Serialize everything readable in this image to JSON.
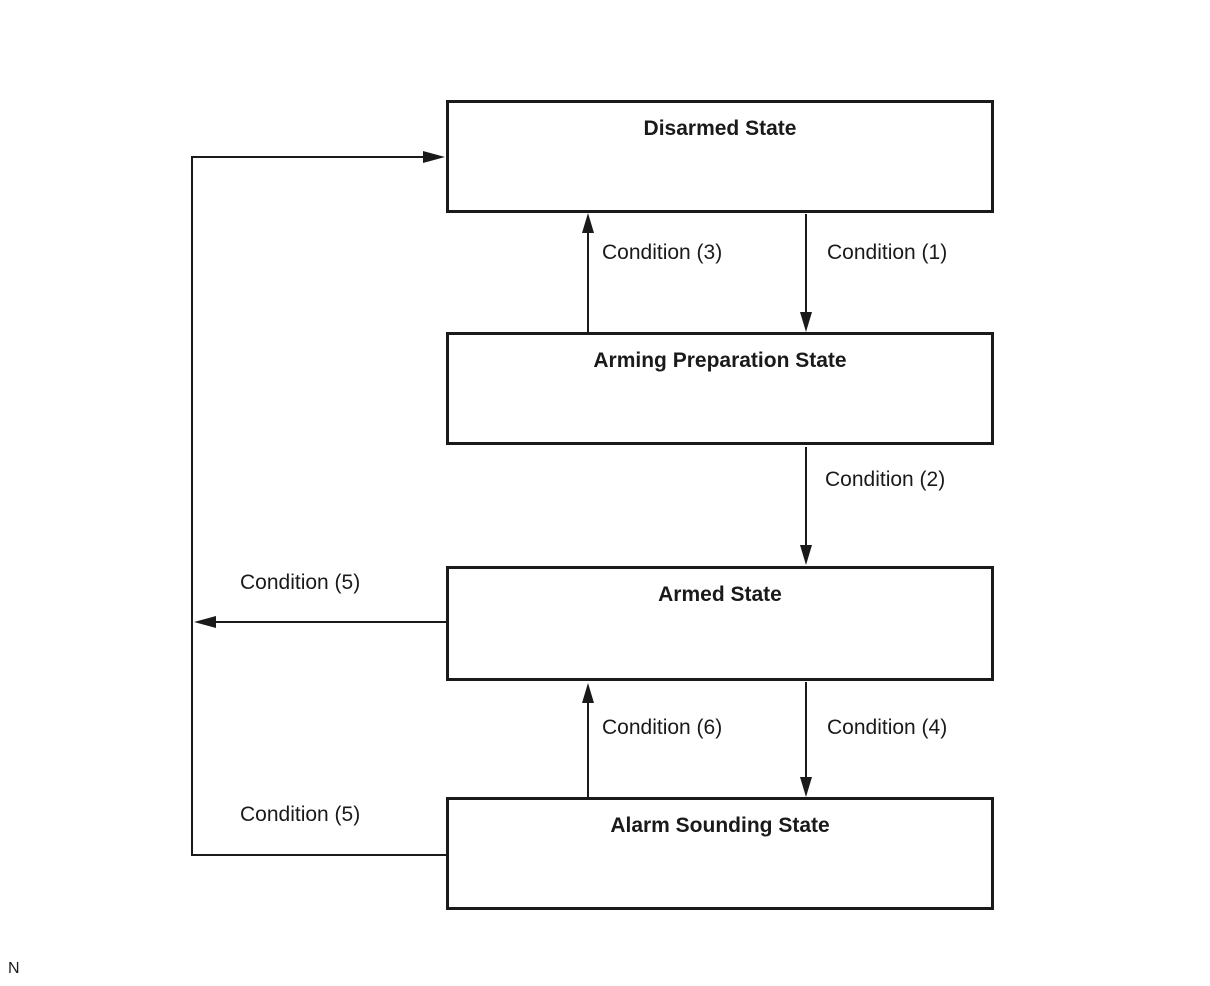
{
  "diagram": {
    "type": "state-transition-diagram",
    "background_color": "#ffffff",
    "line_color": "#1a1a1a",
    "text_color": "#1a1a1a",
    "states": [
      {
        "label": "Disarmed State"
      },
      {
        "label": "Arming Preparation State"
      },
      {
        "label": "Armed State"
      },
      {
        "label": "Alarm Sounding State"
      }
    ],
    "transitions": [
      {
        "label": "Condition (1)",
        "from": "Disarmed State",
        "to": "Arming Preparation State",
        "direction": "down"
      },
      {
        "label": "Condition (3)",
        "from": "Arming Preparation State",
        "to": "Disarmed State",
        "direction": "up"
      },
      {
        "label": "Condition (2)",
        "from": "Arming Preparation State",
        "to": "Armed State",
        "direction": "down"
      },
      {
        "label": "Condition (4)",
        "from": "Armed State",
        "to": "Alarm Sounding State",
        "direction": "down"
      },
      {
        "label": "Condition (6)",
        "from": "Alarm Sounding State",
        "to": "Armed State",
        "direction": "up"
      },
      {
        "label": "Condition (5)",
        "from": "Armed State",
        "to": "Disarmed State",
        "direction": "left"
      },
      {
        "label": "Condition (5)",
        "from": "Alarm Sounding State",
        "to": "Disarmed State",
        "direction": "left-up-right"
      }
    ],
    "footnote": "N"
  }
}
